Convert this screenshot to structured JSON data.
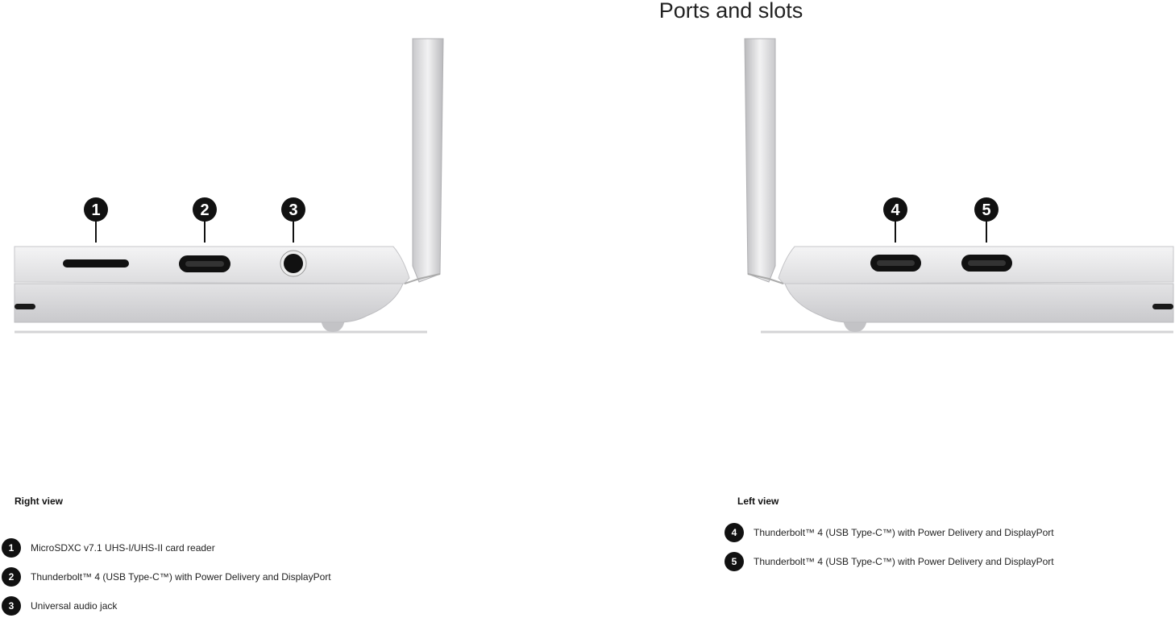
{
  "title": "Ports and slots",
  "callouts": {
    "c1": "1",
    "c2": "2",
    "c3": "3",
    "c4": "4",
    "c5": "5"
  },
  "right_view": {
    "heading": "Right view",
    "items": [
      {
        "num": "1",
        "label": "MicroSDXC v7.1 UHS-I/UHS-II card reader"
      },
      {
        "num": "2",
        "label": "Thunderbolt™ 4 (USB Type-C™) with Power Delivery and DisplayPort"
      },
      {
        "num": "3",
        "label": "Universal audio jack"
      }
    ]
  },
  "left_view": {
    "heading": "Left view",
    "items": [
      {
        "num": "4",
        "label": "Thunderbolt™ 4 (USB Type-C™) with Power Delivery and DisplayPort"
      },
      {
        "num": "5",
        "label": "Thunderbolt™ 4 (USB Type-C™) with Power Delivery and DisplayPort"
      }
    ]
  }
}
